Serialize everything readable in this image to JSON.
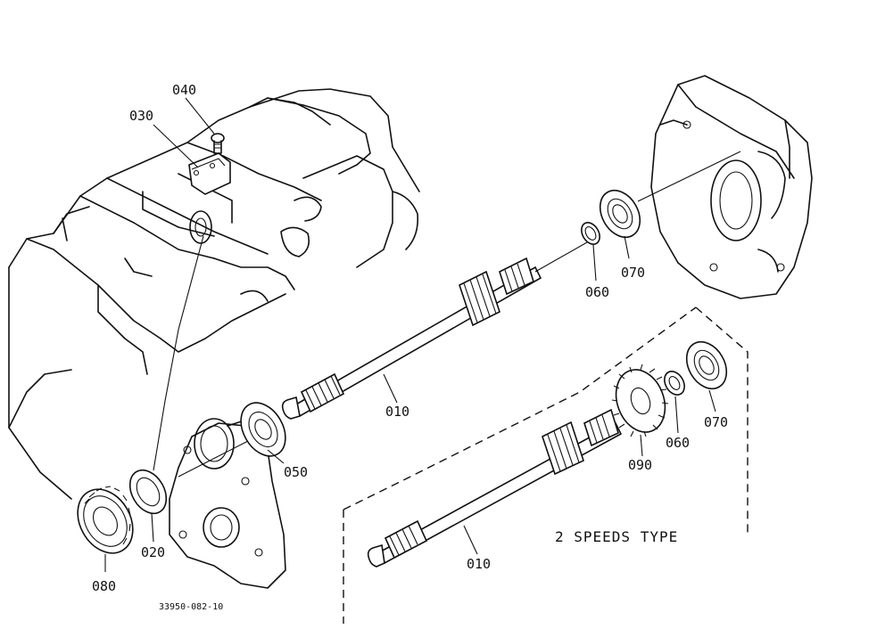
{
  "diagram": {
    "section_title": "2 SPEEDS TYPE",
    "drawing_number": "33950-082-10",
    "callouts": {
      "p040": "040",
      "p030": "030",
      "p070_top": "070",
      "p060_top": "060",
      "p010_main": "010",
      "p050": "050",
      "p020": "020",
      "p080": "080",
      "p070_lower": "070",
      "p060_lower": "060",
      "p090": "090",
      "p010_lower": "010"
    }
  }
}
